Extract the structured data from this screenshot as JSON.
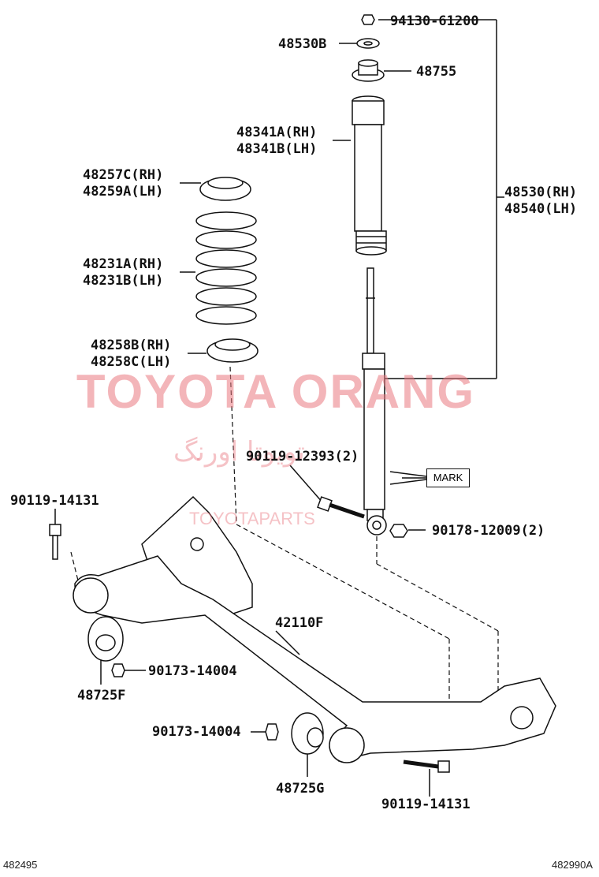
{
  "watermark": {
    "main": "TOYOTA ORANG",
    "farsi": "تویوتا اورنگ",
    "url": "TOYOTAPARTS"
  },
  "parts": {
    "nut_top": "94130-61200",
    "washer": "48530B",
    "support": "48755",
    "boot": [
      "48341A(RH)",
      "48341B(LH)"
    ],
    "upper_insulator": [
      "48257C(RH)",
      "48259A(LH)"
    ],
    "spring": [
      "48231A(RH)",
      "48231B(LH)"
    ],
    "lower_insulator": [
      "48258B(RH)",
      "48258C(LH)"
    ],
    "absorber": [
      "48530(RH)",
      "48540(LH)"
    ],
    "bolt_absorber": "90119-12393(2)",
    "mark_label": "MARK",
    "nut_absorber": "90178-12009(2)",
    "bolt_left": "90119-14131",
    "beam": "42110F",
    "nut_left": "90173-14004",
    "bushing_left": "48725F",
    "nut_right": "90173-14004",
    "bushing_right": "48725G",
    "bolt_right": "90119-14131"
  },
  "footer": {
    "left_code": "482495",
    "right_code": "482990A"
  }
}
